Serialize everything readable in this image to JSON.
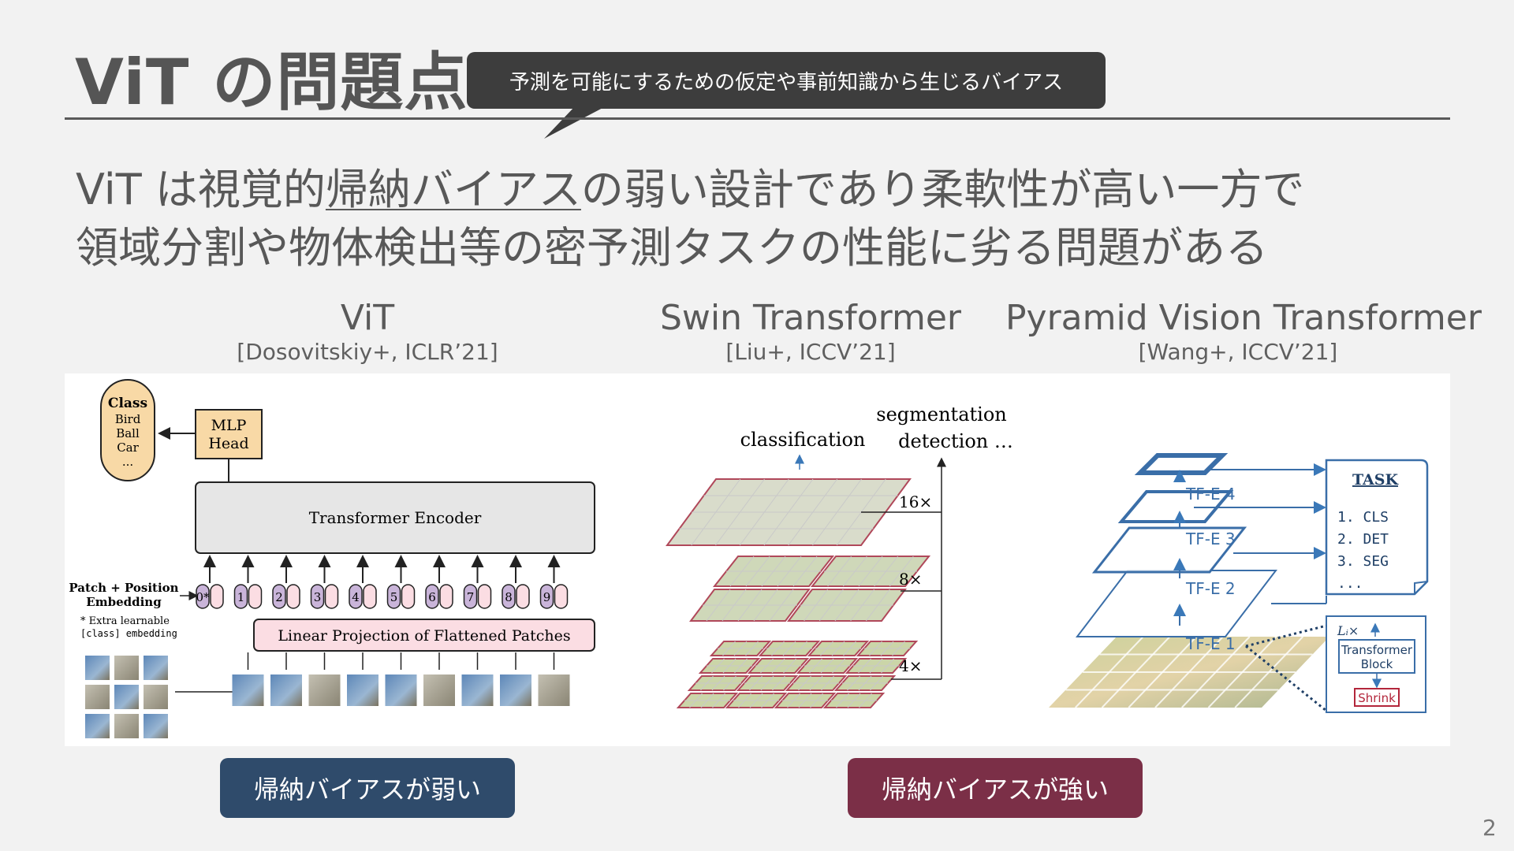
{
  "title": "ViT の問題点",
  "callout": "予測を可能にするための仮定や事前知識から生じるバイアス",
  "lead": {
    "line1_pre": "ViT は視覚的",
    "line1_underlined": "帰納バイアス",
    "line1_post": "の弱い設計であり柔軟性が高い一方で",
    "line2": "領域分割や物体検出等の密予測タスクの性能に劣る問題がある"
  },
  "models": [
    {
      "name": "ViT",
      "ref": "[Dosovitskiy+, ICLR’21]"
    },
    {
      "name": "Swin Transformer",
      "ref": "[Liu+, ICCV’21]"
    },
    {
      "name": "Pyramid Vision Transformer",
      "ref": "[Wang+, ICCV’21]"
    }
  ],
  "vit_fig": {
    "class_title": "Class",
    "classes": [
      "Bird",
      "Ball",
      "Car",
      "..."
    ],
    "mlp_line1": "MLP",
    "mlp_line2": "Head",
    "encoder": "Transformer Encoder",
    "pe_line1": "Patch + Position",
    "pe_line2": "Embedding",
    "extra_line1": "* Extra learnable",
    "extra_line2": "[class] embedding",
    "projection": "Linear Projection of Flattened Patches",
    "tokens": [
      "0*",
      "1",
      "2",
      "3",
      "4",
      "5",
      "6",
      "7",
      "8",
      "9"
    ]
  },
  "swin_fig": {
    "classification": "classification",
    "segmentation": "segmentation",
    "detection": "detection …",
    "scales": [
      "16×",
      "8×",
      "4×"
    ]
  },
  "pvt_fig": {
    "stages": [
      "TF-E 4",
      "TF-E 3",
      "TF-E 2",
      "TF-E 1"
    ],
    "task_title": "TASK",
    "tasks": [
      "1. CLS",
      "2. DET",
      "3. SEG",
      "..."
    ],
    "block_repeat": "Lᵢ×",
    "block_line1": "Transformer",
    "block_line2": "Block",
    "shrink": "Shrink"
  },
  "tags": {
    "weak": "帰納バイアスが弱い",
    "strong": "帰納バイアスが強い"
  },
  "page_number": "2"
}
